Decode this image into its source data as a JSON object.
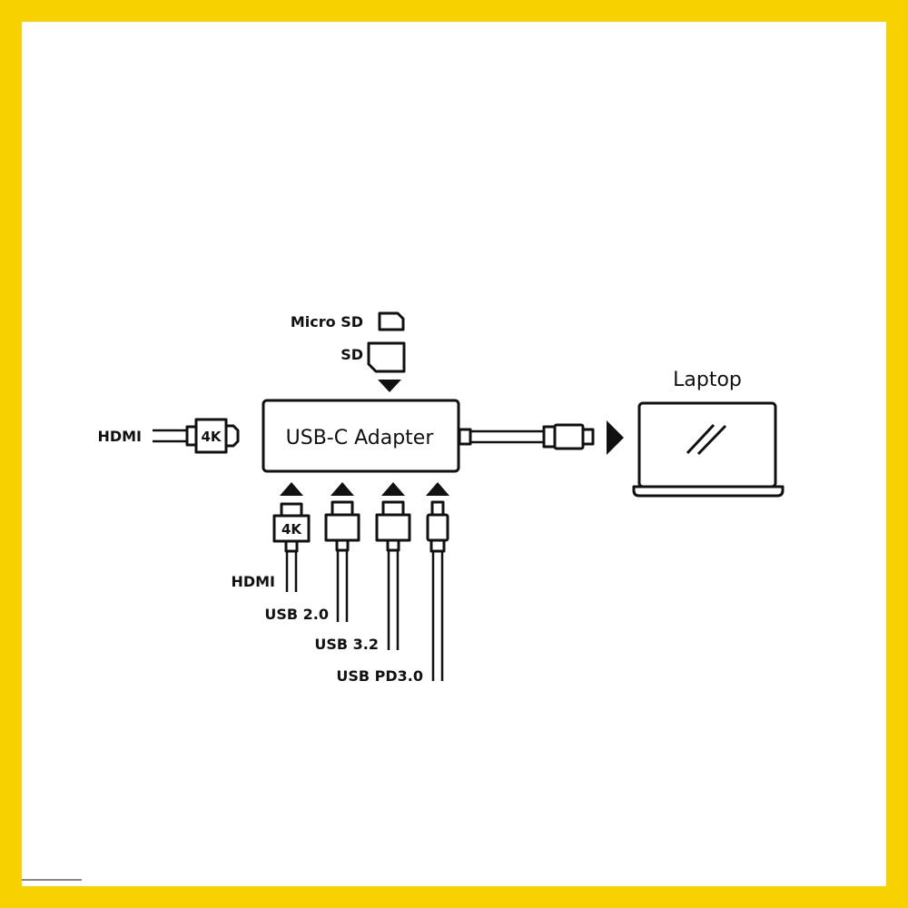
{
  "colors": {
    "frame": "#F7D200",
    "ink": "#111111",
    "background": "#ffffff"
  },
  "adapter": {
    "label": "USB-C Adapter"
  },
  "laptop": {
    "label": "Laptop"
  },
  "card_slots": [
    {
      "label": "Micro SD",
      "icon": "micro-sd-card-icon"
    },
    {
      "label": "SD",
      "icon": "sd-card-icon"
    }
  ],
  "side_port": {
    "label": "HDMI",
    "badge": "4K",
    "icon": "hdmi-plug-icon"
  },
  "bottom_ports": [
    {
      "label": "HDMI",
      "badge": "4K",
      "icon": "hdmi-plug-icon"
    },
    {
      "label": "USB 2.0",
      "icon": "usb-a-plug-icon"
    },
    {
      "label": "USB 3.2",
      "icon": "usb-a-plug-icon"
    },
    {
      "label": "USB PD3.0",
      "icon": "usb-c-plug-icon"
    }
  ]
}
